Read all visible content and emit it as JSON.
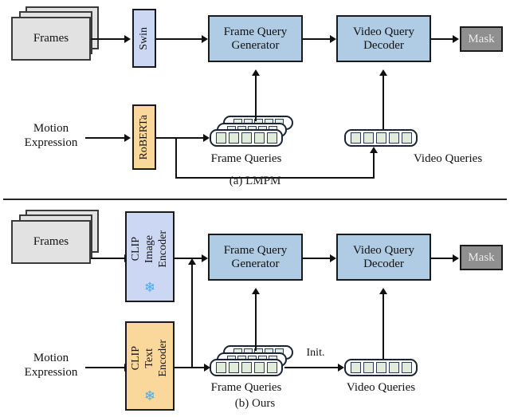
{
  "figure": {
    "type": "architecture-diagram",
    "panels": [
      {
        "id": "panel-a",
        "caption": "(a) LMPM",
        "inputs": [
          {
            "name": "frames",
            "label": "Frames",
            "style": "stacked-cards",
            "color": "#e2e2e2"
          },
          {
            "name": "motion-expression",
            "label": "Motion\nExpression",
            "line1": "Motion",
            "line2": "Expression",
            "style": "plain-text"
          }
        ],
        "encoders": [
          {
            "name": "swin-encoder",
            "label": "Swin",
            "orientation": "vertical",
            "color": "#ccd8f3",
            "frozen": false
          },
          {
            "name": "roberta-encoder",
            "label": "RoBERTa",
            "orientation": "vertical",
            "color": "#fad79b",
            "frozen": false
          }
        ],
        "modules": [
          {
            "name": "frame-query-generator",
            "line1": "Frame Query",
            "line2": "Generator",
            "color": "#b0cce5"
          },
          {
            "name": "video-query-decoder",
            "line1": "Video Query",
            "line2": "Decoder",
            "color": "#b0cce5"
          }
        ],
        "output": {
          "name": "mask-output",
          "label": "Mask",
          "color": "#8f8f8f"
        },
        "queries": [
          {
            "name": "frame-queries",
            "label": "Frame Queries",
            "stacks": 3,
            "cells": 5,
            "cell_color": "#e2ecdb"
          },
          {
            "name": "video-queries",
            "label": "Video Queries",
            "stacks": 1,
            "cells": 5,
            "cell_color": "#e2ecdb"
          }
        ],
        "edge_labels": []
      },
      {
        "id": "panel-b",
        "caption": "(b) Ours",
        "inputs": [
          {
            "name": "frames",
            "label": "Frames",
            "style": "stacked-cards",
            "color": "#e2e2e2"
          },
          {
            "name": "motion-expression",
            "label": "Motion\nExpression",
            "line1": "Motion",
            "line2": "Expression",
            "style": "plain-text"
          }
        ],
        "encoders": [
          {
            "name": "clip-image-encoder",
            "line1": "CLIP",
            "line2": "Image",
            "line3": "Encoder",
            "orientation": "vertical",
            "color": "#ccd8f3",
            "frozen": true,
            "frozen_icon": "snowflake-icon"
          },
          {
            "name": "clip-text-encoder",
            "line1": "CLIP",
            "line2": "Text",
            "line3": "Encoder",
            "orientation": "vertical",
            "color": "#fad79b",
            "frozen": true,
            "frozen_icon": "snowflake-icon"
          }
        ],
        "modules": [
          {
            "name": "frame-query-generator",
            "line1": "Frame Query",
            "line2": "Generator",
            "color": "#b0cce5"
          },
          {
            "name": "video-query-decoder",
            "line1": "Video Query",
            "line2": "Decoder",
            "color": "#b0cce5"
          }
        ],
        "output": {
          "name": "mask-output",
          "label": "Mask",
          "color": "#8f8f8f"
        },
        "queries": [
          {
            "name": "frame-queries",
            "label": "Frame Queries",
            "stacks": 3,
            "cells": 5,
            "cell_color": "#e2ecdb"
          },
          {
            "name": "video-queries",
            "label": "Video Queries",
            "stacks": 1,
            "cells": 5,
            "cell_color": "#e2ecdb"
          }
        ],
        "edge_labels": [
          {
            "name": "init-edge-label",
            "label": "Init."
          }
        ]
      }
    ],
    "colors": {
      "frames_card": "#e2e2e2",
      "encoder_blue": "#ccd8f3",
      "module_blue": "#b0cce5",
      "encoder_orange": "#fad79b",
      "mask_gray": "#8f8f8f",
      "query_cell_green": "#e2ecdb",
      "stroke": "#111111",
      "snowflake_blue": "#49a8e8"
    },
    "icons": {
      "snowflake": "❄"
    }
  }
}
